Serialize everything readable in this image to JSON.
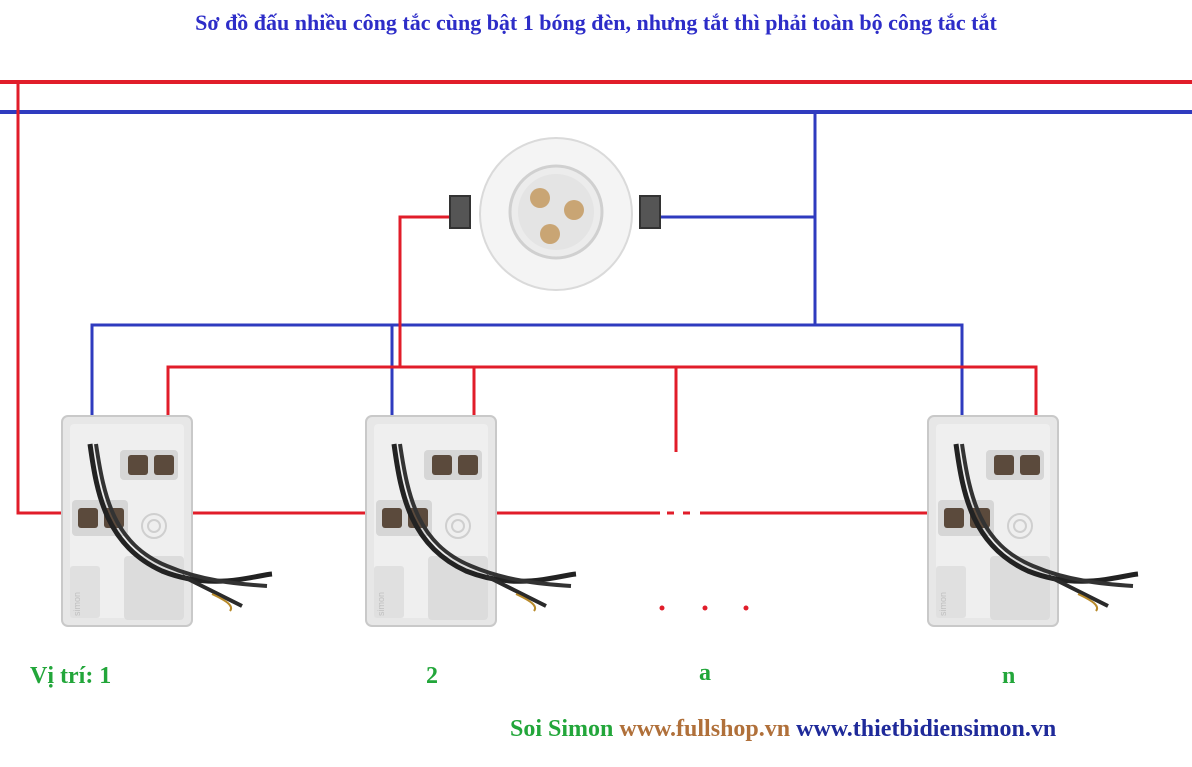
{
  "title": "Sơ đồ đấu nhiều công tắc cùng bật 1 bóng đèn, nhưng tắt thì phải toàn bộ công tắc tắt",
  "positions": {
    "label_1": "Vị trí: 1",
    "label_2": "2",
    "label_a": "a",
    "label_n": "n"
  },
  "footer": {
    "brand": "Soi Simon",
    "site1": "www.fullshop.vn",
    "site2": "www.thietbidiensimon.vn"
  },
  "colors": {
    "live_wire": "#e11d2a",
    "neutral_wire": "#2f3bbf",
    "title": "#2d2dc8",
    "label": "#22a63a"
  },
  "icons": {
    "lamp": "recessed-led-downlight-icon",
    "switch": "simon-wall-switch-icon"
  }
}
